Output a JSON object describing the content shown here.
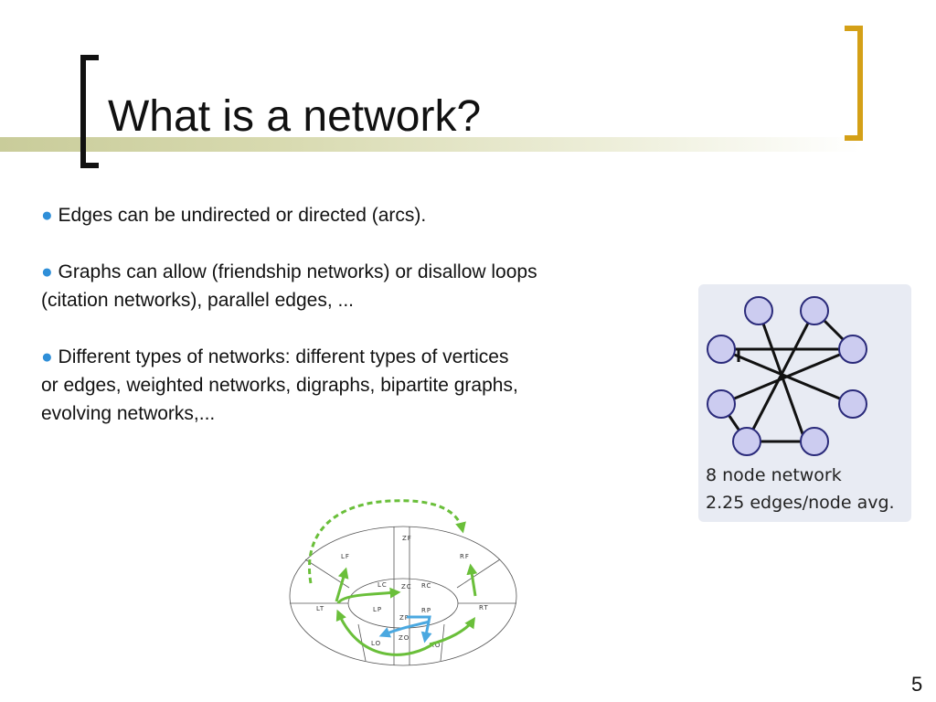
{
  "slide": {
    "title": "What is a network?",
    "page_number": "5",
    "bullets": [
      {
        "marker": "●",
        "lines": [
          "Edges can be undirected or directed (arcs)."
        ]
      },
      {
        "marker": "●",
        "lines": [
          "Graphs can allow (friendship networks) or disallow loops",
          "(citation networks), parallel edges, ..."
        ]
      },
      {
        "marker": "●",
        "lines": [
          "Different types of networks: different types of vertices",
          "or edges, weighted networks, digraphs, bipartite graphs,",
          "evolving networks,..."
        ]
      }
    ]
  },
  "network_figure": {
    "caption_line1": "8 node network",
    "caption_line2": "2.25 edges/node avg.",
    "node_fill": "#ccccf0",
    "node_stroke": "#2a2a7a"
  },
  "brain_diagram": {
    "labels": {
      "zf": "ZF",
      "lf": "LF",
      "rf": "RF",
      "lc": "LC",
      "zc": "ZC",
      "rc": "RC",
      "lt": "LT",
      "lp": "LP",
      "zp": "ZP",
      "rp": "RP",
      "rt": "RT",
      "lo": "LO",
      "zo": "ZO",
      "ro": "RO"
    },
    "green_arrow_color": "#6abf3a",
    "blue_arrow_color": "#4aa8e0"
  }
}
